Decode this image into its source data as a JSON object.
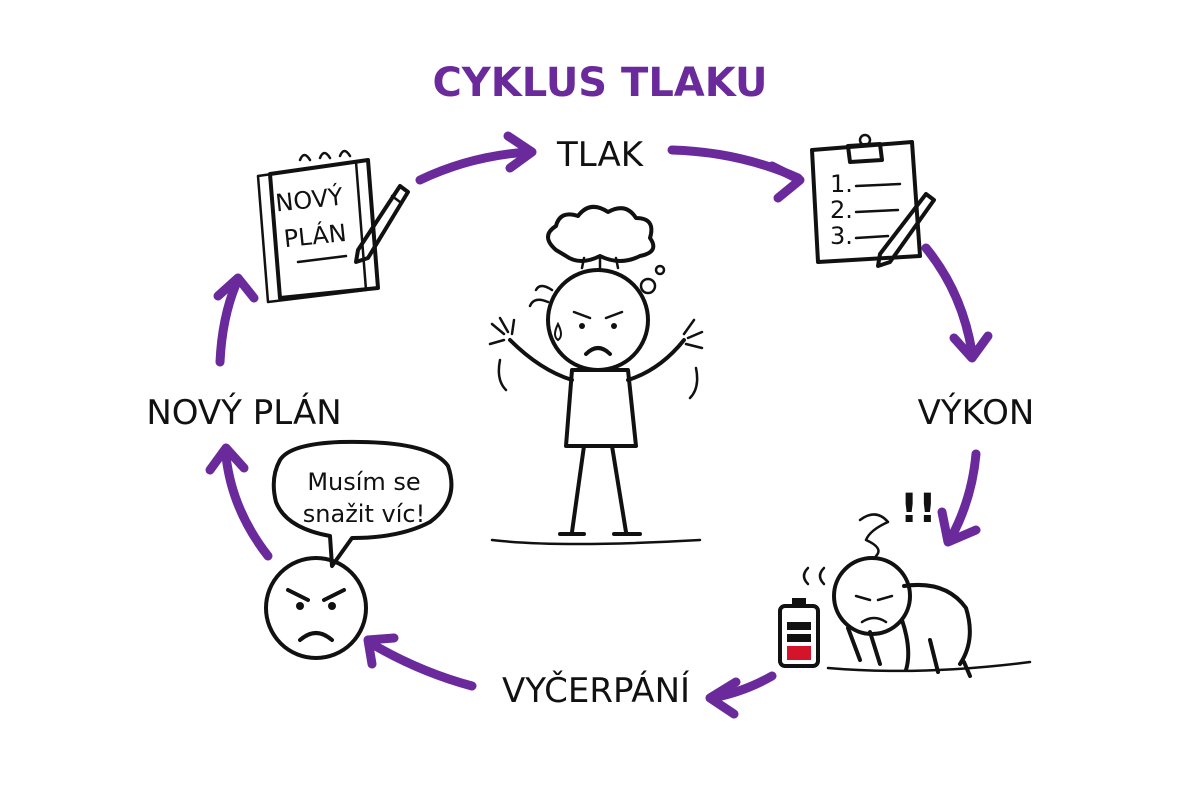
{
  "title": "CYKLUS TLAKU",
  "stages": {
    "tlak": "TLAK",
    "vykon": "VÝKON",
    "vycerpani": "VYČERPÁNÍ",
    "novy_plan": "NOVÝ PLÁN"
  },
  "notepad": {
    "line1": "NOVÝ",
    "line2": "PLÁN"
  },
  "clipboard": {
    "items": [
      "1.",
      "2.",
      "3."
    ]
  },
  "speech_bubble": {
    "line1": "Musím se",
    "line2": "snažit víc!"
  },
  "exclamation": "!!",
  "colors": {
    "accent": "#6a2a9c",
    "ink": "#111111",
    "battery_low": "#d4142a"
  },
  "battery": {
    "level": 0.2
  }
}
